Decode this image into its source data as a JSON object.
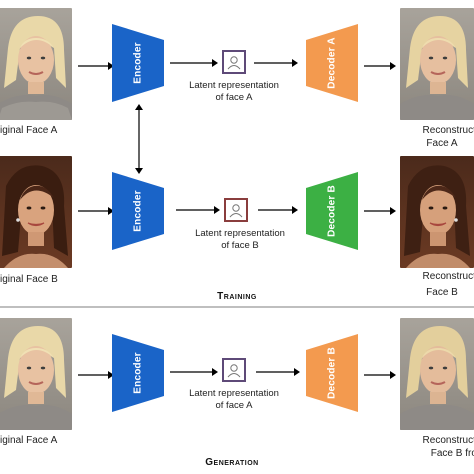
{
  "colors": {
    "encoder": "#1a64c8",
    "decoder_a": "#f39a4f",
    "decoder_b": "#3cb044",
    "latent_a_border": "#5e4a78",
    "latent_b_border": "#8a3d3d"
  },
  "training": {
    "title": "Training",
    "row_a": {
      "input_caption": "iginal Face A",
      "encoder_label": "Encoder",
      "latent_caption_line1": "Latent representation",
      "latent_caption_line2": "of face A",
      "decoder_label": "Decoder A",
      "output_caption_line1": "Reconstructe",
      "output_caption_line2": "Face A"
    },
    "row_b": {
      "input_caption": "iginal Face B",
      "encoder_label": "Encoder",
      "latent_caption_line1": "Latent representation",
      "latent_caption_line2": "of face B",
      "decoder_label": "Decoder B",
      "output_caption_line1": "Reconstructe",
      "output_caption_line2": "Face B"
    }
  },
  "generation": {
    "title": "Generation",
    "input_caption": "iginal Face A",
    "encoder_label": "Encoder",
    "latent_caption_line1": "Latent representation",
    "latent_caption_line2": "of face A",
    "decoder_label": "Decoder B",
    "output_caption_line1": "Reconstructe",
    "output_caption_line2": "Face B from"
  }
}
